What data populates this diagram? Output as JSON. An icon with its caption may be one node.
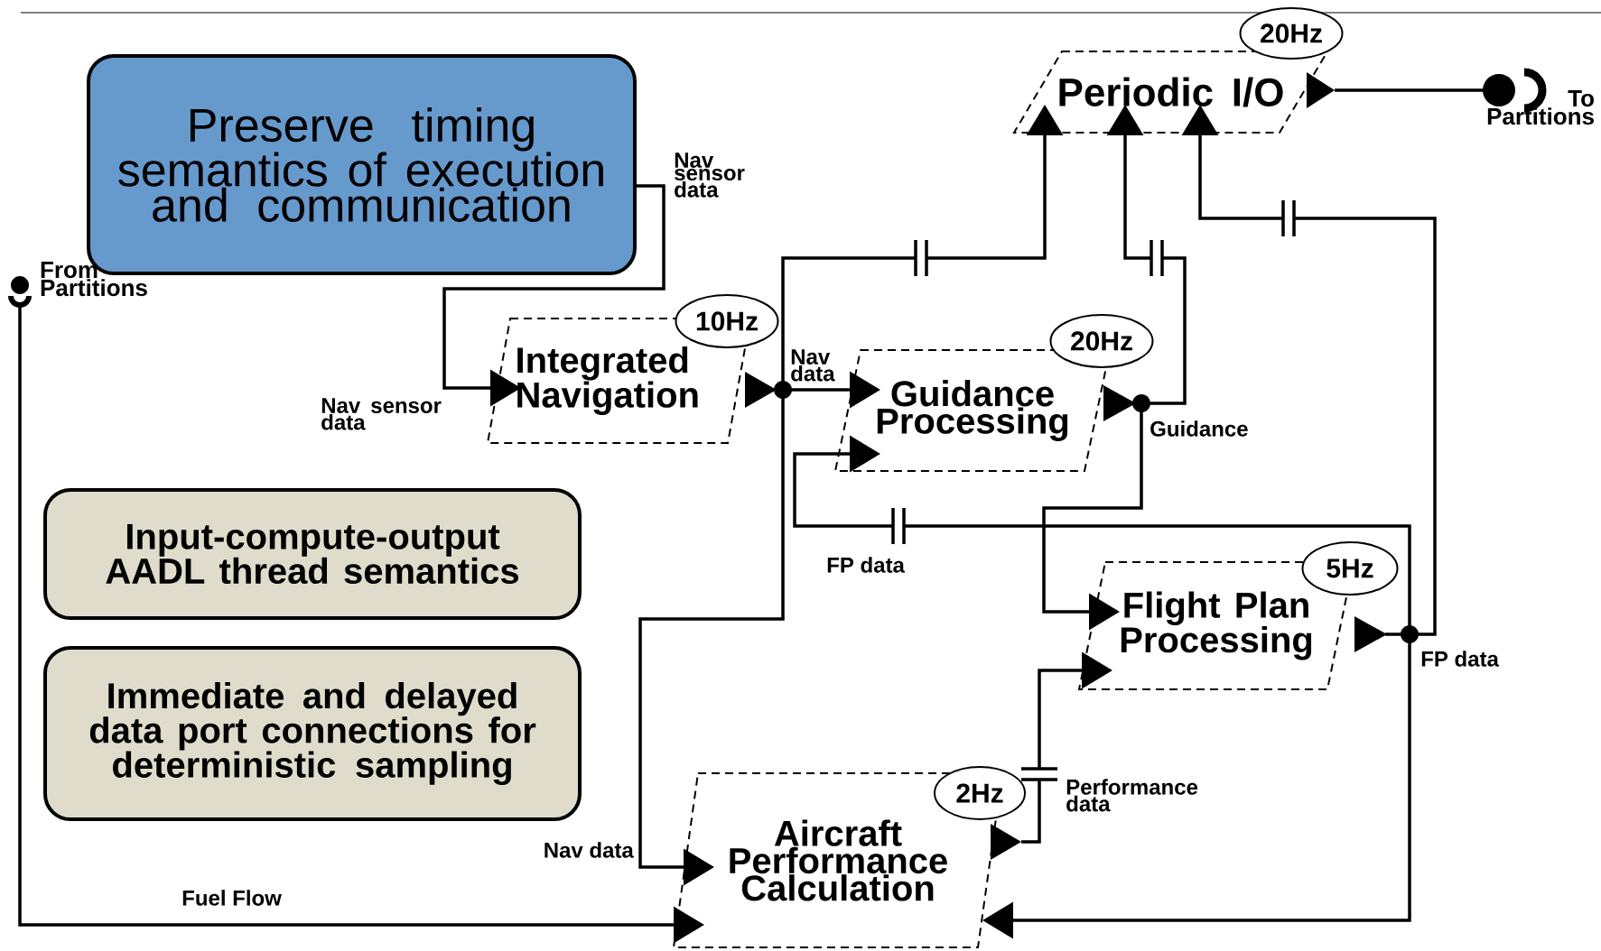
{
  "diagram": {
    "nodes": [
      {
        "text": [
          "Preserve timing semantics of execution and communication"
        ]
      },
      {
        "text": [
          "Input-compute-output AADL thread semantics"
        ]
      },
      {
        "text": [
          "Immediate and delayed data port connections for deterministic sampling"
        ]
      },
      {
        "text": [
          "From Partitions"
        ]
      },
      {
        "text": [
          "Periodic I/O"
        ]
      },
      {
        "text": [
          "20Hz"
        ]
      },
      {
        "text": [
          "To Partitions"
        ]
      },
      {
        "text": [
          "Integrated Navigation"
        ]
      },
      {
        "text": [
          "10Hz"
        ]
      },
      {
        "text": [
          "Guidance Processing"
        ]
      },
      {
        "text": [
          "20Hz"
        ]
      },
      {
        "text": [
          "Flight Plan Processing"
        ]
      },
      {
        "text": [
          "5Hz"
        ]
      },
      {
        "text": [
          "Aircraft Performance Calculation"
        ]
      },
      {
        "text": [
          "2Hz"
        ]
      }
    ],
    "edges": [
      {
        "from": 0,
        "to": 7,
        "arrow": "to",
        "label": "Nav sensor data"
      },
      {
        "from": 3,
        "to": 13,
        "arrow": "to",
        "label": "Fuel Flow"
      },
      {
        "from": 4,
        "to": 6,
        "arrow": "other"
      },
      {
        "from": 7,
        "to": 9,
        "arrow": "to",
        "label": "Nav data"
      },
      {
        "from": 7,
        "to": 4,
        "arrow": "to"
      },
      {
        "from": 7,
        "to": 13,
        "arrow": "to",
        "label": "Nav data"
      },
      {
        "from": 9,
        "to": 4,
        "arrow": "to"
      },
      {
        "from": 9,
        "to": 11,
        "arrow": "to",
        "label": "Guidance"
      },
      {
        "from": 11,
        "to": 4,
        "arrow": "to"
      },
      {
        "from": 11,
        "to": 9,
        "arrow": "to",
        "label": "FP data"
      },
      {
        "from": 11,
        "to": 13,
        "arrow": "to",
        "label": "FP data"
      },
      {
        "from": 13,
        "to": 11,
        "arrow": "to",
        "label": "Performance data"
      }
    ],
    "labels": [
      "Nav sensor data"
    ]
  }
}
